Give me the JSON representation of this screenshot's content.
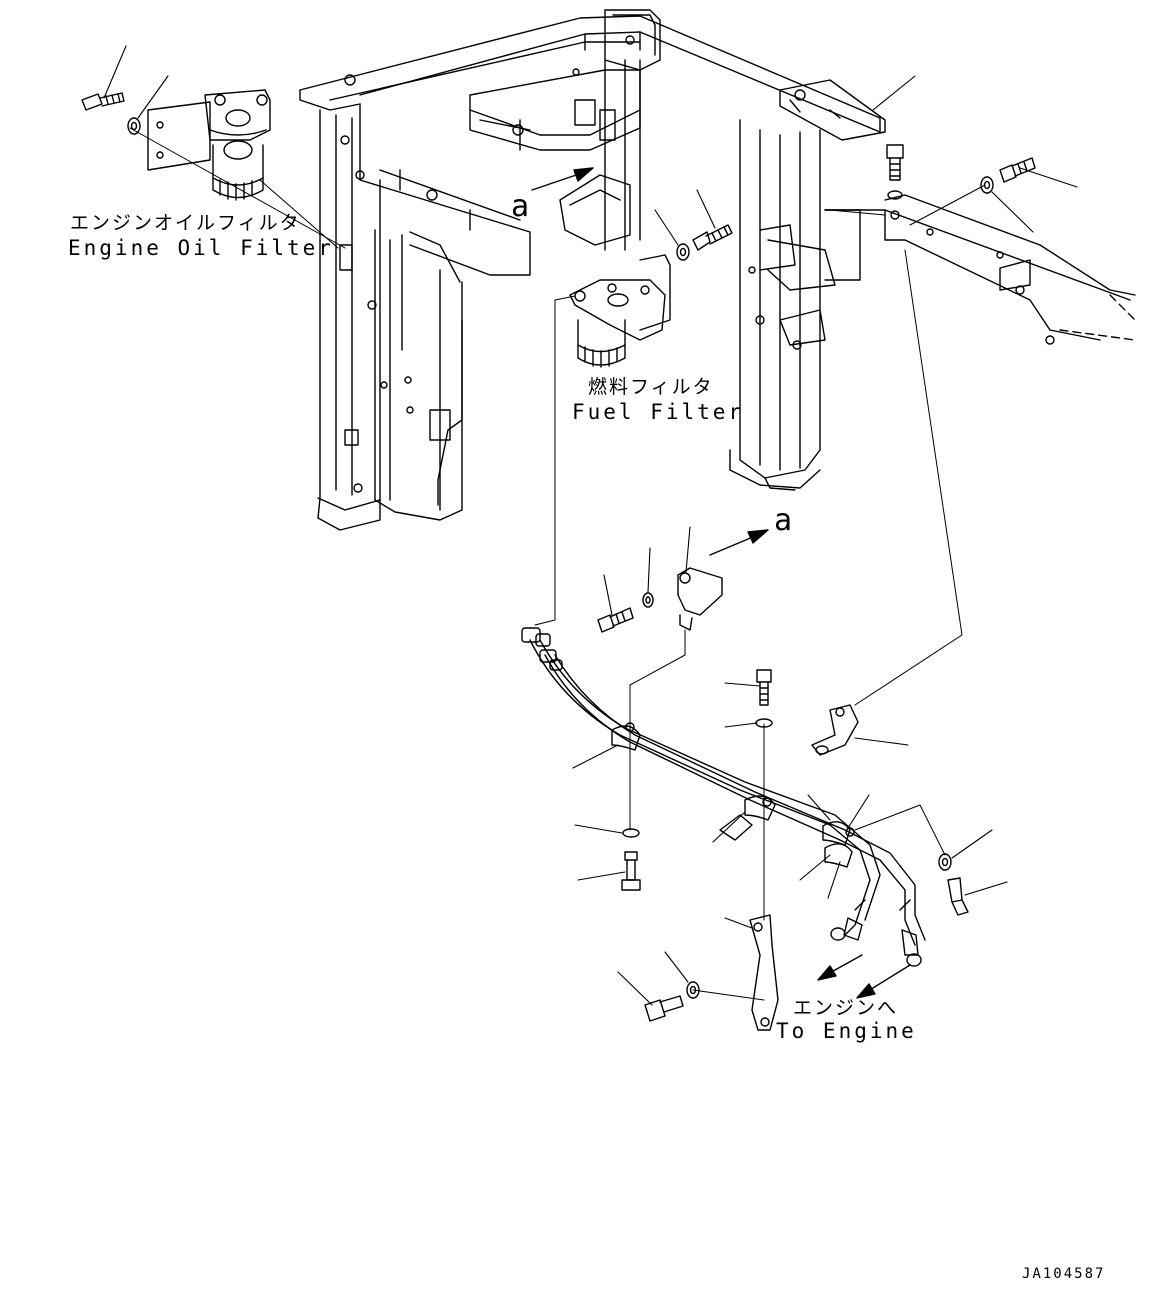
{
  "labels": {
    "engine_oil_filter_jp": "エンジンオイルフィルタ",
    "engine_oil_filter_en": "Engine Oil Filter",
    "fuel_filter_jp": "燃料フィルタ",
    "fuel_filter_en": "Fuel Filter",
    "to_engine_jp": "エンジンへ",
    "to_engine_en": "To Engine",
    "view_a_top": "a",
    "view_a_bottom": "a",
    "drawing_code": "JA104587"
  }
}
